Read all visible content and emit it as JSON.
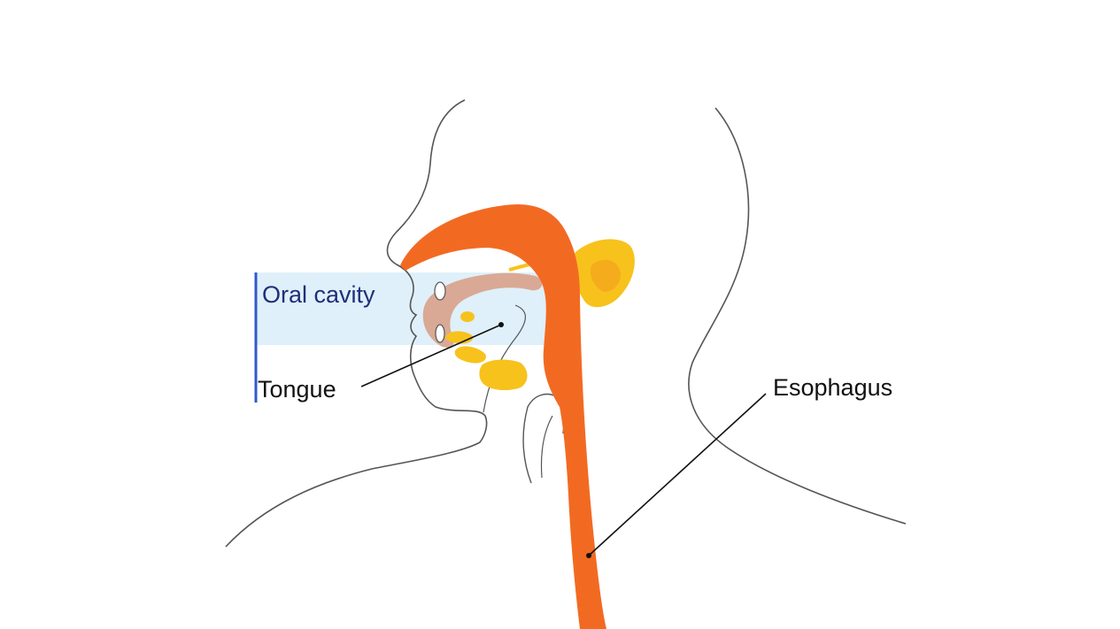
{
  "labels": {
    "oral_cavity": "Oral cavity",
    "tongue": "Tongue",
    "esophagus": "Esophagus"
  },
  "colors": {
    "background": "#ffffff",
    "outline": "#555555",
    "esophagus": "#f26a22",
    "tongue_area": "#d9a995",
    "salivary_gland": "#f7c21c",
    "salivary_gland_shade": "#f2a21c",
    "oral_cavity_highlight": "#dff0fa",
    "oral_cavity_bracket": "#2f5ac8",
    "oral_cavity_text": "#1f2f7a",
    "label_text": "#111111",
    "leader_line": "#111111"
  }
}
